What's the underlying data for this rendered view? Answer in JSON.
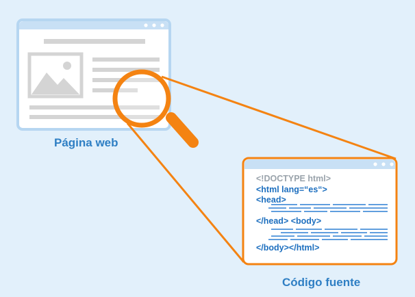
{
  "web_page": {
    "caption": "Página web"
  },
  "source_code": {
    "caption": "Código fuente",
    "lines": {
      "doctype": "<!DOCTYPE html>",
      "html_open": "<html lang=“es“>",
      "head_open": "<head>",
      "head_close_body_open": "</head> <body>",
      "body_close_html_close": "</body></html>"
    }
  },
  "colors": {
    "background": "#e2f0fb",
    "window_border": "#b6d6f1",
    "window_titlebar": "#c8e0f5",
    "placeholder_gray": "#d4d4d4",
    "accent_orange": "#f48312",
    "code_blue": "#1d6fbf",
    "caption_blue": "#2f7fc4"
  }
}
